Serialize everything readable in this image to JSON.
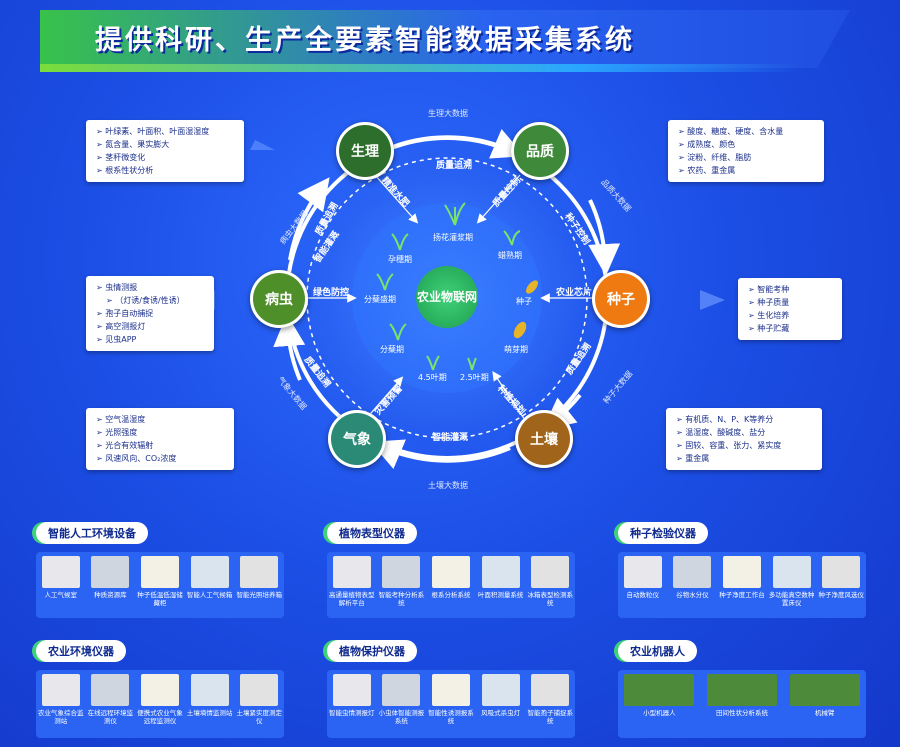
{
  "title": "提供科研、生产全要素智能数据采集系统",
  "center": "农业物联网",
  "nodes": {
    "shengli": "生理",
    "pinzhi": "品质",
    "zhongzi": "种子",
    "turang": "土壤",
    "qixiang": "气象",
    "bingchong": "病虫"
  },
  "ring_labels": {
    "top": "生理大数据",
    "right": "品质大数据",
    "bottom_right": "种子大数据",
    "bottom": "土壤大数据",
    "left_bottom": "气象大数据",
    "left_top": "病虫大数据"
  },
  "inner_labels": {
    "a": "精准水肥",
    "b": "质量追溯",
    "c": "质量控制",
    "d": "种子控制",
    "e": "农业芯片",
    "f": "质量追溯",
    "g": "种植规划",
    "h": "智能灌溉",
    "i": "灾害预警",
    "j": "质量追溯",
    "k": "绿色防控",
    "l": "智能灌溉",
    "m": "质量追溯"
  },
  "stages": {
    "s1": "扬花灌浆期",
    "s2": "孕穗期",
    "s3": "蜡熟期",
    "s4": "分蘖盛期",
    "s5": "种子",
    "s6": "分蘖期",
    "s7": "萌芽期",
    "s8": "4.5叶期",
    "s9": "2.5叶期"
  },
  "info": {
    "shengli": [
      "叶绿素、叶面积、叶面湿湿度",
      "氮含量、果实膨大",
      "茎秆微变化",
      "根系性状分析"
    ],
    "pinzhi": [
      "酸度、糖度、硬度、含水量",
      "成熟度、颜色",
      "淀粉、纤维、脂肪",
      "农药、重金属"
    ],
    "bingchong": [
      "虫情测报",
      "（灯诱/食诱/性诱）",
      "孢子自动捕捉",
      "高空测报灯",
      "见虫APP"
    ],
    "zhongzi": [
      "智能考种",
      "种子质量",
      "生化培养",
      "种子贮藏"
    ],
    "qixiang": [
      "空气温湿度",
      "光照强度",
      "光合有效辐射",
      "风速风向、CO₂浓度"
    ],
    "turang": [
      "有机质、N、P、K等养分",
      "温湿度、酸碱度、盐分",
      "固较、容重、张力、紧实度",
      "重金属"
    ]
  },
  "sections": [
    {
      "title": "智能人工环境设备",
      "items": [
        "人工气候室",
        "种质资源库",
        "种子低温低湿储藏柜",
        "智能人工气候箱",
        "智能光照培养箱"
      ]
    },
    {
      "title": "植物表型仪器",
      "items": [
        "高通量植物表型解析平台",
        "智能考种分析系统",
        "根系分析系统",
        "叶面积测量系统",
        "冰箱表型检测系统"
      ]
    },
    {
      "title": "种子检验仪器",
      "items": [
        "自动数粒仪",
        "谷物水分仪",
        "种子净度工作台",
        "多功能真空数种置床仪",
        "种子净度风选仪"
      ]
    },
    {
      "title": "农业环境仪器",
      "items": [
        "农业气象综合监测站",
        "在线远程环境监测仪",
        "便携式农业气象远程监测仪",
        "土壤墒情监测站",
        "土壤紧实度测定仪"
      ]
    },
    {
      "title": "植物保护仪器",
      "items": [
        "智能虫情测报灯",
        "小虫体智能测报系统",
        "智能性诱测报系统",
        "风吸式杀虫灯",
        "智能孢子捕捉系统"
      ]
    },
    {
      "title": "农业机器人",
      "items": [
        "小型机器人",
        "田间性状分析系统",
        "机械臂"
      ]
    }
  ],
  "colors": {
    "bg": "#1c4fe6",
    "green": "#3fd17a",
    "node_dark": "#2e7d3a",
    "node_orange": "#f07a12",
    "node_brown": "#a0641a",
    "node_teal": "#2a8a76"
  }
}
